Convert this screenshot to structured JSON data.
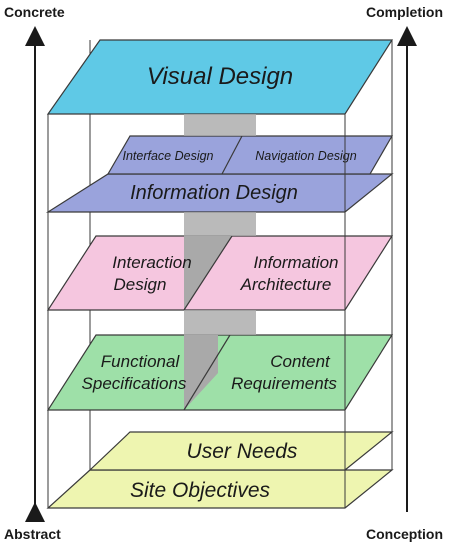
{
  "axis_labels": {
    "left_top": "Concrete",
    "left_bottom": "Abstract",
    "right_top": "Completion",
    "right_bottom": "Conception"
  },
  "planes": {
    "visual": {
      "label": "Visual Design",
      "color": "#5fc9e6"
    },
    "interface": {
      "label": "Interface Design",
      "color": "#9aa3dc"
    },
    "navigation": {
      "label": "Navigation Design",
      "color": "#9aa3dc"
    },
    "information_design": {
      "label": "Information Design",
      "color": "#9aa3dc"
    },
    "interaction": {
      "line1": "Interaction",
      "line2": "Design",
      "color": "#f5c6df"
    },
    "information_architecture": {
      "line1": "Information",
      "line2": "Architecture",
      "color": "#f5c6df"
    },
    "functional": {
      "line1": "Functional",
      "line2": "Specifications",
      "color": "#9ee0a8"
    },
    "content": {
      "line1": "Content",
      "line2": "Requirements",
      "color": "#9ee0a8"
    },
    "user_needs": {
      "label": "User Needs",
      "color": "#eef5b0"
    },
    "site_objectives": {
      "label": "Site Objectives",
      "color": "#eef5b0"
    }
  },
  "colors": {
    "divider": "#a9a9a9",
    "stroke": "#3a3a3a"
  }
}
